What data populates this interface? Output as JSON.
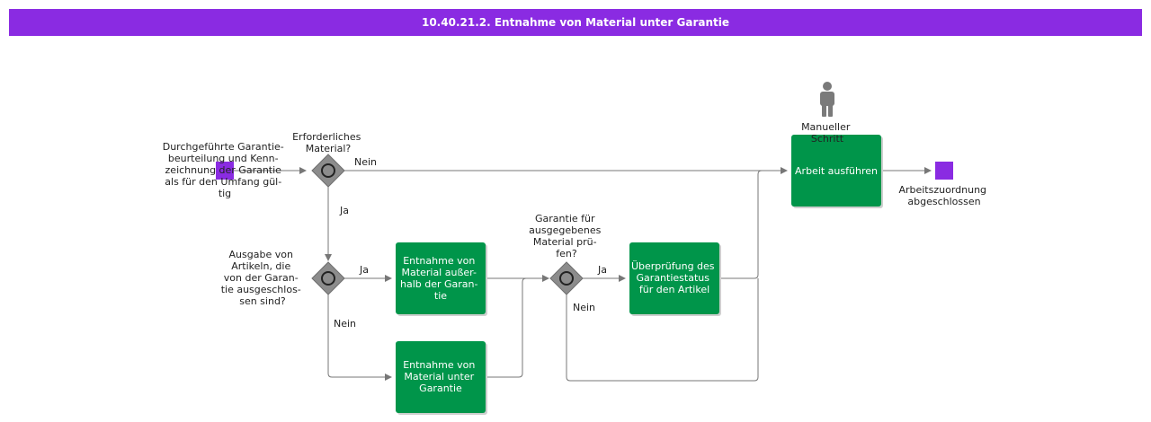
{
  "title": "10.40.21.2. Entnahme von Material unter Garantie",
  "colors": {
    "header": "#8a2be2",
    "task": "#00954a",
    "event": "#8a2be2",
    "gateway": "#888888",
    "line": "#777777"
  },
  "events": {
    "start": [
      "Durchgeführte Garantie-",
      "beurteilung und Kenn-",
      "zeichnung der Garantie",
      "als für den Umfang gül-",
      "tig"
    ],
    "end": [
      "Arbeitszuordnung",
      "abgeschlossen"
    ]
  },
  "gateways": {
    "g1": [
      "Erforderliches",
      "Material?"
    ],
    "g2": [
      "Ausgabe von",
      "Artikeln, die",
      "von der Garan-",
      "tie ausgeschlos-",
      "sen sind?"
    ],
    "g3": [
      "Garantie für",
      "ausgegebenes",
      "Material prü-",
      "fen?"
    ]
  },
  "tasks": {
    "outside": [
      "Entnahme von",
      "Material außer-",
      "halb der Garan-",
      "tie"
    ],
    "under": [
      "Entnahme von",
      "Material unter",
      "Garantie"
    ],
    "check": [
      "Überprüfung des",
      "Garantiestatus",
      "für den Artikel"
    ],
    "work": [
      "Arbeit ausführen"
    ]
  },
  "manual": [
    "Manueller",
    "Schritt"
  ],
  "edges": {
    "g1_no": "Nein",
    "g1_yes": "Ja",
    "g2_yes": "Ja",
    "g2_no": "Nein",
    "g3_yes": "Ja",
    "g3_no": "Nein"
  },
  "icons": {
    "person": "person-icon"
  }
}
